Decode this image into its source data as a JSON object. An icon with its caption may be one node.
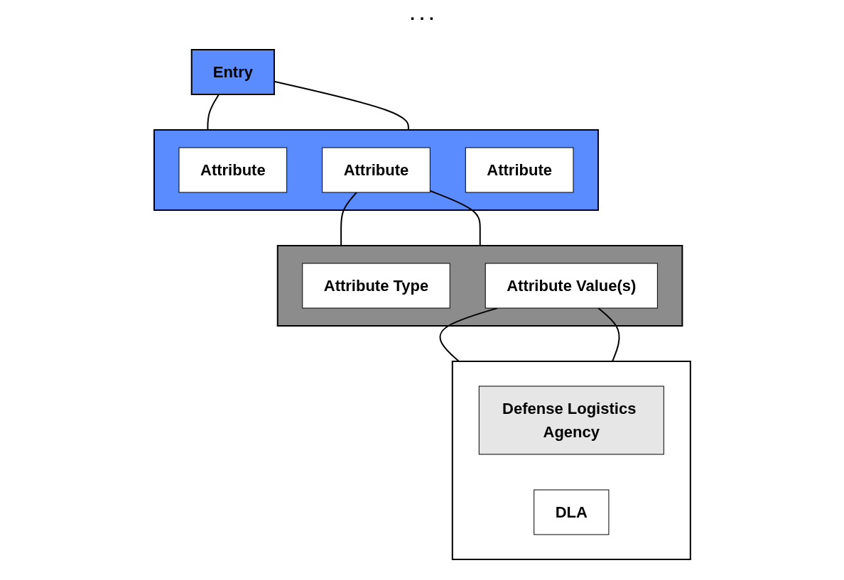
{
  "diagram": {
    "nodes": [
      {
        "text": [
          "Entry"
        ]
      },
      {
        "text": [],
        "shape": "box"
      },
      {
        "text": [
          "Attribute"
        ],
        "in": 1
      },
      {
        "text": [
          "Attribute"
        ],
        "in": 1
      },
      {
        "text": [
          "Attribute"
        ],
        "in": 1
      },
      {
        "text": [],
        "shape": "box"
      },
      {
        "text": [
          "Attribute Type"
        ],
        "in": 5
      },
      {
        "text": [
          "Attribute Value(s)"
        ],
        "in": 5
      },
      {
        "text": [],
        "shape": "box"
      },
      {
        "text": [
          "Defense Logistics Agency"
        ],
        "in": 8
      },
      {
        "text": [
          "DLA"
        ],
        "in": 8
      }
    ],
    "edges": [
      {
        "from": 0,
        "to": 1,
        "arrow": "none"
      },
      {
        "from": 0,
        "to": 1,
        "arrow": "none"
      },
      {
        "from": 3,
        "to": 5,
        "arrow": "none"
      },
      {
        "from": 3,
        "to": 5,
        "arrow": "none"
      },
      {
        "from": 7,
        "to": 8,
        "arrow": "none"
      },
      {
        "from": 7,
        "to": 8,
        "arrow": "none"
      }
    ],
    "labels": [
      ". . ."
    ]
  }
}
